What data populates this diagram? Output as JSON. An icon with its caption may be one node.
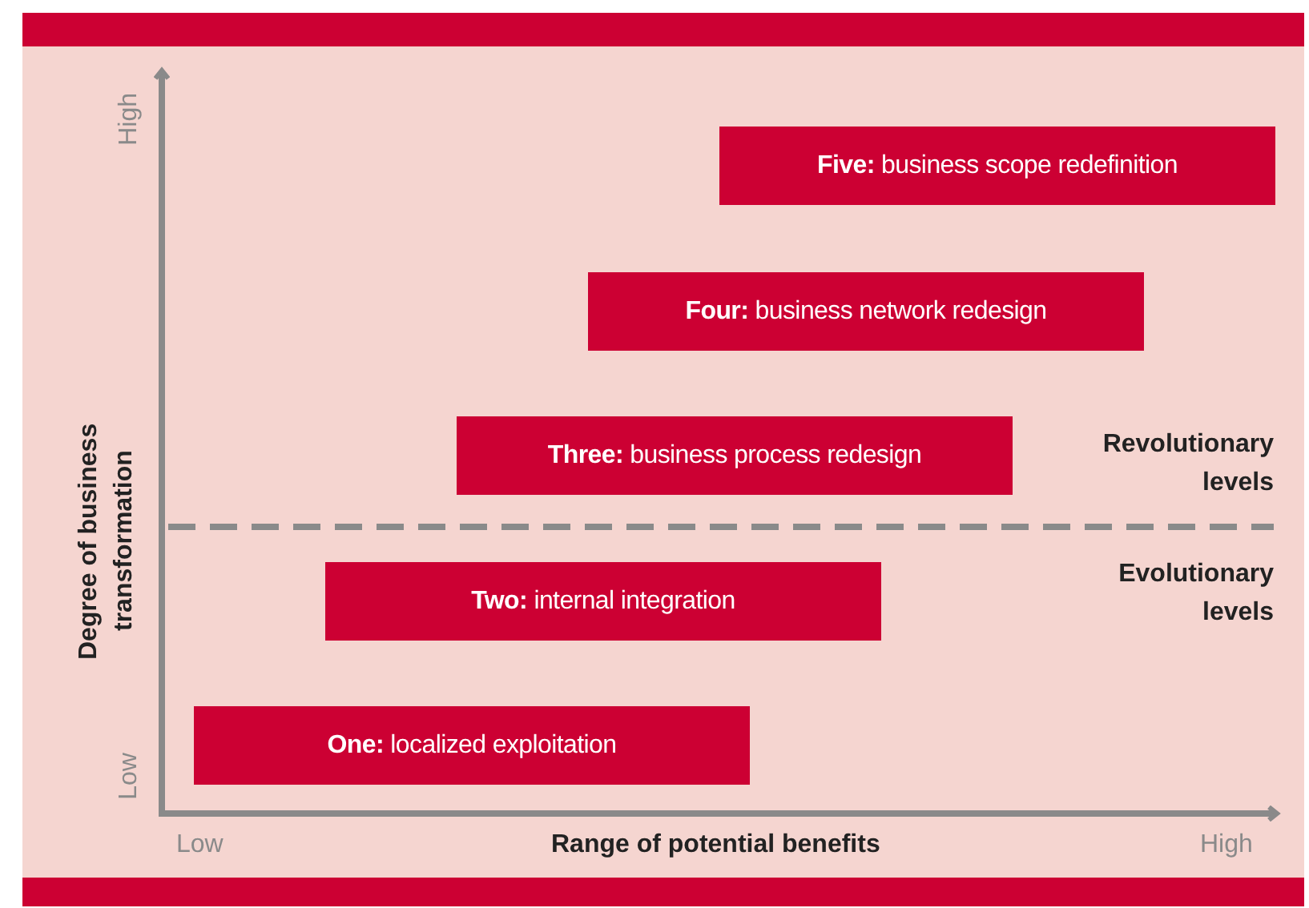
{
  "diagram": {
    "nodes": [
      {
        "text": [],
        "shape": "bar"
      },
      {
        "text": [
          "**Five:** business scope redefinition"
        ]
      },
      {
        "text": [
          "**Four:** business network redesign"
        ]
      },
      {
        "text": [
          "**Three:** business process redesign"
        ]
      },
      {
        "text": [
          "**Two:** internal integration"
        ]
      },
      {
        "text": [
          "**One:** localized exploitation"
        ]
      },
      {
        "text": [],
        "shape": "bar"
      }
    ],
    "edges": [],
    "labels": [
      "High",
      "Revolutionary levels",
      "Degree of business transformation",
      "Evolutionary levels",
      "Low",
      "Low",
      "Range of potential benefits",
      "High"
    ]
  }
}
